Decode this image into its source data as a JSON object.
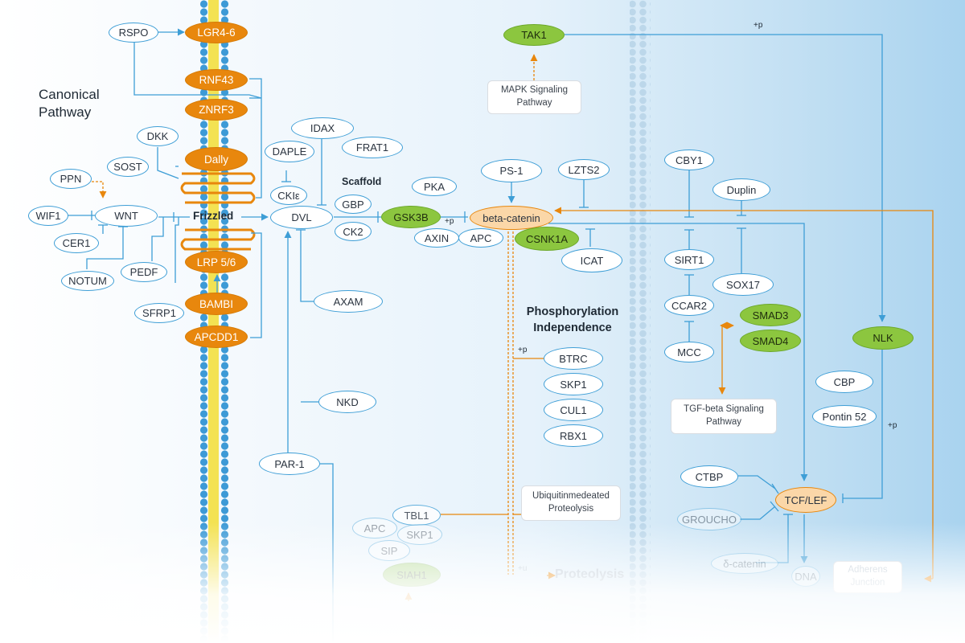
{
  "labels": {
    "canonical_pathway": "Canonical Pathway",
    "scaffold": "Scaffold",
    "phosphorylation_independence": "Phosphorylation Independence",
    "proteolysis": "Proteolysis",
    "frizzled": "Frizzled",
    "plus_p": "+p",
    "plus_u": "+u"
  },
  "boxes": {
    "mapk": "MAPK Signaling Pathway",
    "tgf": "TGF-beta Signaling Pathway",
    "ubiquitin": "Ubiquitinmedeated Proteolysis",
    "adherens": "Adherens Junction"
  },
  "nodes": {
    "rspo": "RSPO",
    "lgr": "LGR4-6",
    "rnf43": "RNF43",
    "znrf3": "ZNRF3",
    "dally": "Dally",
    "lrp": "LRP 5/6",
    "bambi": "BAMBI",
    "apcdd1": "APCDD1",
    "dkk": "DKK",
    "sost": "SOST",
    "ppn": "PPN",
    "wif1": "WIF1",
    "wnt": "WNT",
    "cer1": "CER1",
    "notum": "NOTUM",
    "pedf": "PEDF",
    "sfrp1": "SFRP1",
    "idax": "IDAX",
    "daple": "DAPLE",
    "frat1": "FRAT1",
    "ckie": "CKIε",
    "dvl": "DVL",
    "gbp": "GBP",
    "ck2": "CK2",
    "axam": "AXAM",
    "nkd": "NKD",
    "par1": "PAR-1",
    "gsk3b": "GSK3B",
    "pka": "PKA",
    "axin": "AXIN",
    "apc": "APC",
    "ps1": "PS-1",
    "lzts2": "LZTS2",
    "beta_catenin": "beta-catenin",
    "csnk1a": "CSNK1A",
    "icat": "ICAT",
    "tak1": "TAK1",
    "btrc": "BTRC",
    "skp1": "SKP1",
    "cul1": "CUL1",
    "rbx1": "RBX1",
    "cby1": "CBY1",
    "duplin": "Duplin",
    "sirt1": "SIRT1",
    "sox17": "SOX17",
    "ccar2": "CCAR2",
    "mcc": "MCC",
    "smad3": "SMAD3",
    "smad4": "SMAD4",
    "nlk": "NLK",
    "cbp": "CBP",
    "pontin52": "Pontin 52",
    "ctbp": "CTBP",
    "groucho": "GROUCHO",
    "tcf_lef": "TCF/LEF",
    "delta_catenin": "δ-catenin",
    "dna": "DNA",
    "tbl1": "TBL1",
    "apc2": "APC",
    "skp1_2": "SKP1",
    "sip": "SIP",
    "siah1": "SIAH1"
  },
  "colors": {
    "membrane_blue": "#3d9ad6",
    "membrane_core": "#f4e24a",
    "orange": "#e8870d",
    "green": "#8cc63f",
    "line_blue": "#3e9ed6",
    "peach": "#fbd7a8"
  }
}
